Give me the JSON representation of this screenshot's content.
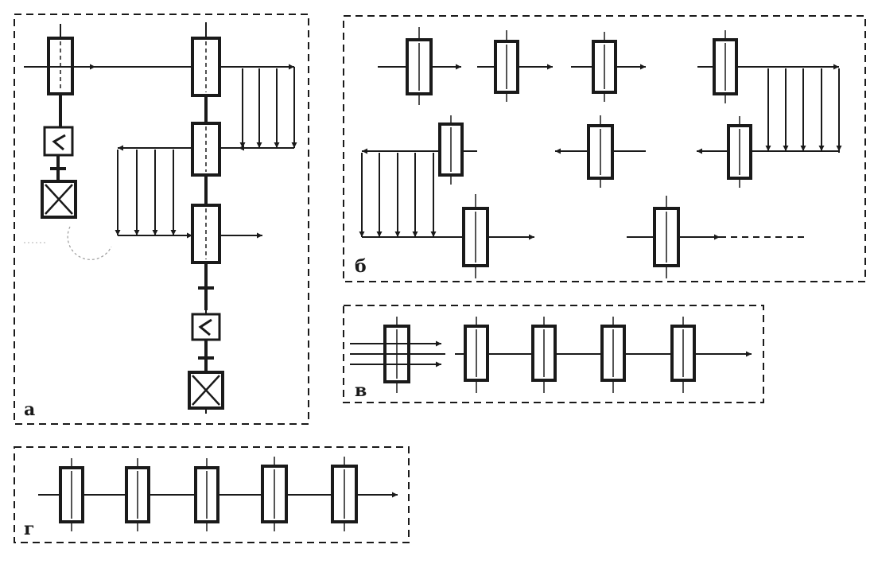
{
  "panels": {
    "a": {
      "label": "а"
    },
    "b": {
      "label": "б"
    },
    "v": {
      "label": "в"
    },
    "g": {
      "label": "г"
    }
  },
  "colors": {
    "ink": "#1a1a1a",
    "background": "#ffffff"
  }
}
